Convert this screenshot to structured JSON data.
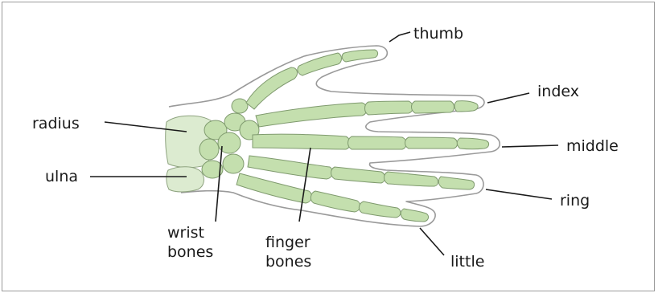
{
  "diagram": {
    "labels": {
      "thumb": "thumb",
      "index": "index",
      "middle": "middle",
      "radius": "radius",
      "ulna": "ulna",
      "ring": "ring",
      "wrist_line1": "wrist",
      "wrist_line2": "bones",
      "finger_line1": "finger",
      "finger_line2": "bones",
      "little": "little"
    },
    "colors": {
      "bone_fill": "#c4dfae",
      "bone_stroke": "#7f9a6e",
      "forearm_bone_fill": "#dcebd0",
      "skin_outline": "#9a9a9a",
      "frame_border": "#9a9a9a",
      "text": "#1a1a1a"
    }
  }
}
